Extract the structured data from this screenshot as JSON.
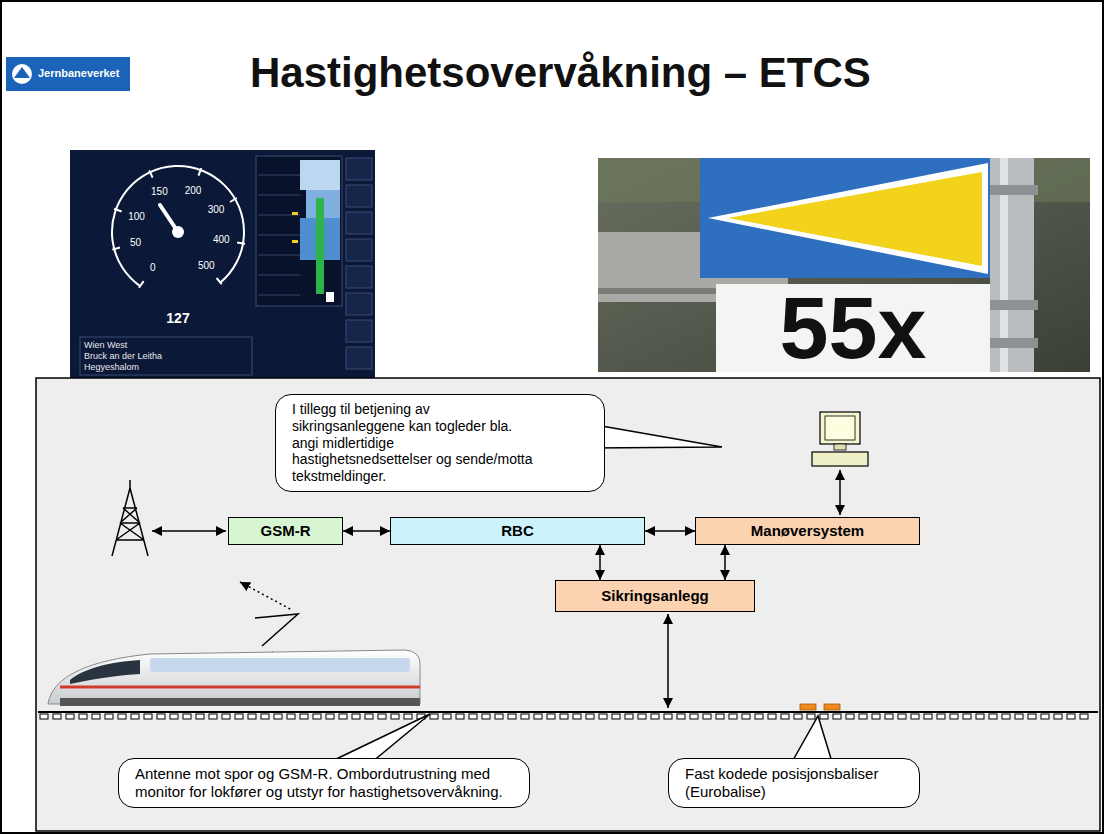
{
  "diagram": {
    "title": "Hastighetsovervåkning – ETCS",
    "nodes": [
      {
        "text": [
          "I tillegg til betjening av sikringsanleggene kan togleder bla. angi midlertidige hastighetsnedsettelser og sende/motta tekstmeldinger."
        ]
      },
      {
        "text": [
          "GSM-R"
        ]
      },
      {
        "text": [
          "RBC"
        ]
      },
      {
        "text": [
          "Manøversystem"
        ]
      },
      {
        "text": [
          "Sikringsanlegg"
        ]
      },
      {
        "text": [
          "Antenne mot spor og GSM-R. Ombordutrustning med monitor for lokfører og utstyr for hastighetsovervåkning."
        ]
      },
      {
        "text": [
          "Fast kodede posisjonsbaliser (Eurobalise)"
        ]
      }
    ],
    "edges": [
      {
        "from": 1,
        "to": 2,
        "arrow": "both"
      },
      {
        "from": 2,
        "to": 3,
        "arrow": "both"
      },
      {
        "from": 2,
        "to": 4,
        "arrow": "both"
      },
      {
        "from": 3,
        "to": 4,
        "arrow": "both"
      }
    ],
    "labels": [
      "Jernbaneverket",
      "0",
      "50",
      "100",
      "150",
      "200",
      "300",
      "400",
      "500",
      "127",
      "Wien West",
      "Bruck an der Leitha",
      "Hegyeshalom",
      "55x"
    ]
  }
}
